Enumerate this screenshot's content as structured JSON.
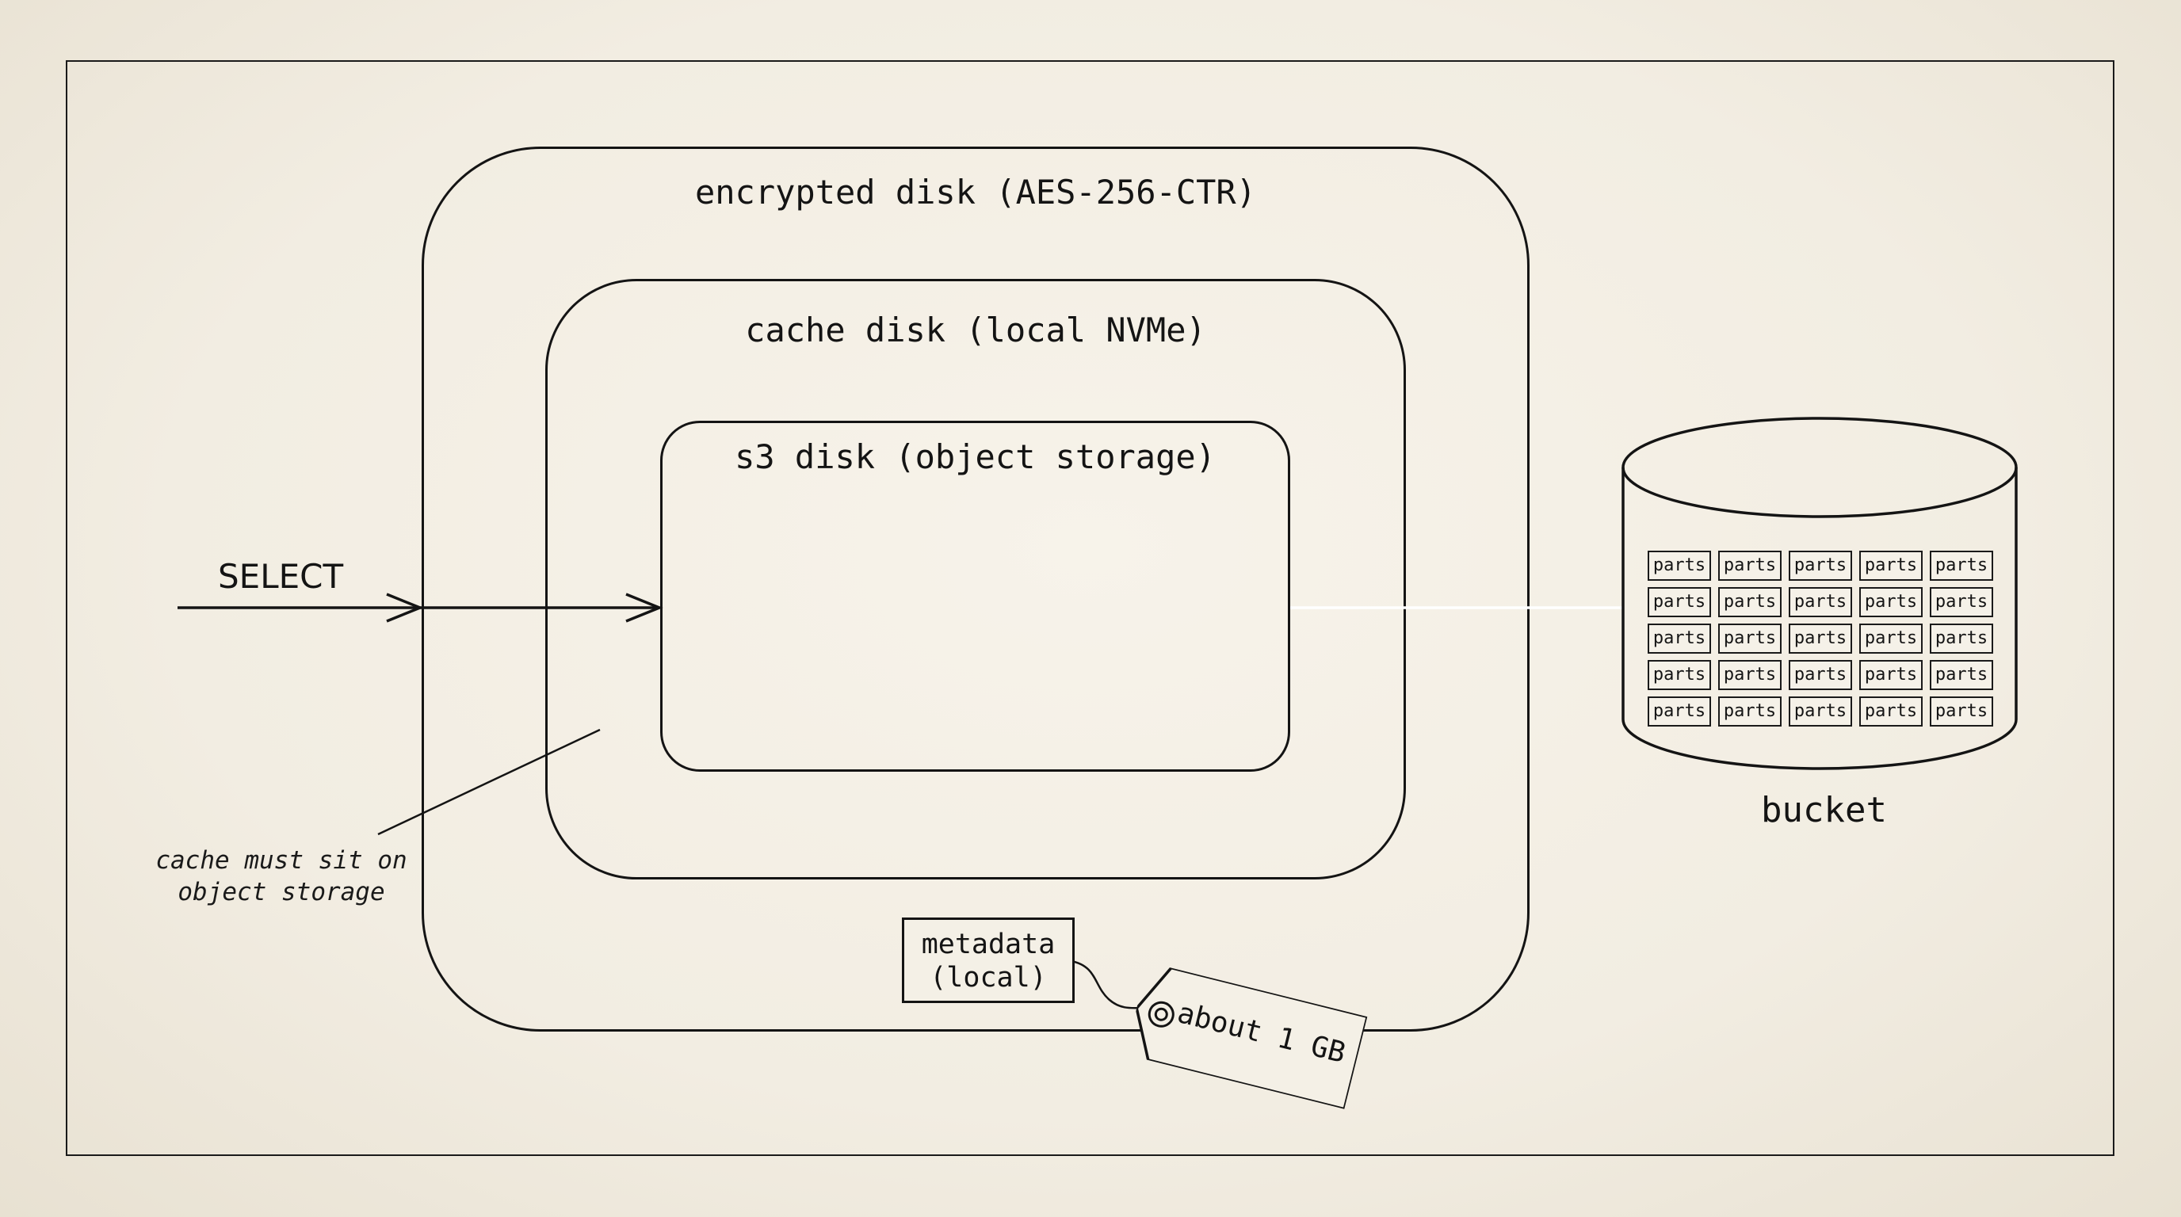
{
  "labels": {
    "encrypted_disk": "encrypted disk (AES-256-CTR)",
    "cache_disk": "cache disk (local NVMe)",
    "s3_disk": "s3 disk (object storage)",
    "select": "SELECT",
    "bucket": "bucket",
    "note_line1": "cache must sit on",
    "note_line2": "object storage",
    "metadata_line1": "metadata",
    "metadata_line2": "(local)",
    "tag": "about 1 GB"
  },
  "bucket_parts": [
    "parts",
    "parts",
    "parts",
    "parts",
    "parts",
    "parts",
    "parts",
    "parts",
    "parts",
    "parts",
    "parts",
    "parts",
    "parts",
    "parts",
    "parts",
    "parts",
    "parts",
    "parts",
    "parts",
    "parts",
    "parts",
    "parts",
    "parts",
    "parts",
    "parts"
  ],
  "colors": {
    "ink": "#141414",
    "paper": "#f3efe4",
    "link_glow_start": "#2ee6e6",
    "link_glow_end": "#ff3ad8"
  }
}
